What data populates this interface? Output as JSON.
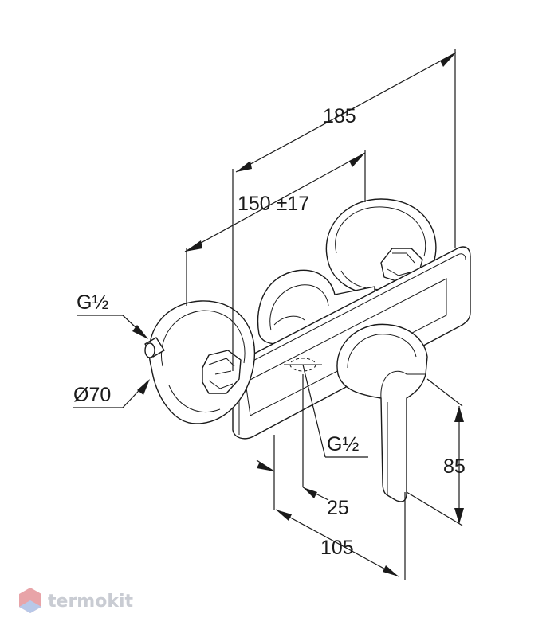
{
  "dimensions": {
    "total_width": "185",
    "center_distance": "150 ±17",
    "inlet_thread": "G½",
    "escutcheon_diameter": "Ø70",
    "outlet_thread": "G½",
    "outlet_offset": "25",
    "projection": "105",
    "height": "85"
  },
  "watermark": {
    "brand": "termokit"
  },
  "colors": {
    "line": "#1a1a1a",
    "watermark": "#c9ccd3",
    "logo_red": "#e8a4a8",
    "logo_blue": "#b8c8e8"
  }
}
